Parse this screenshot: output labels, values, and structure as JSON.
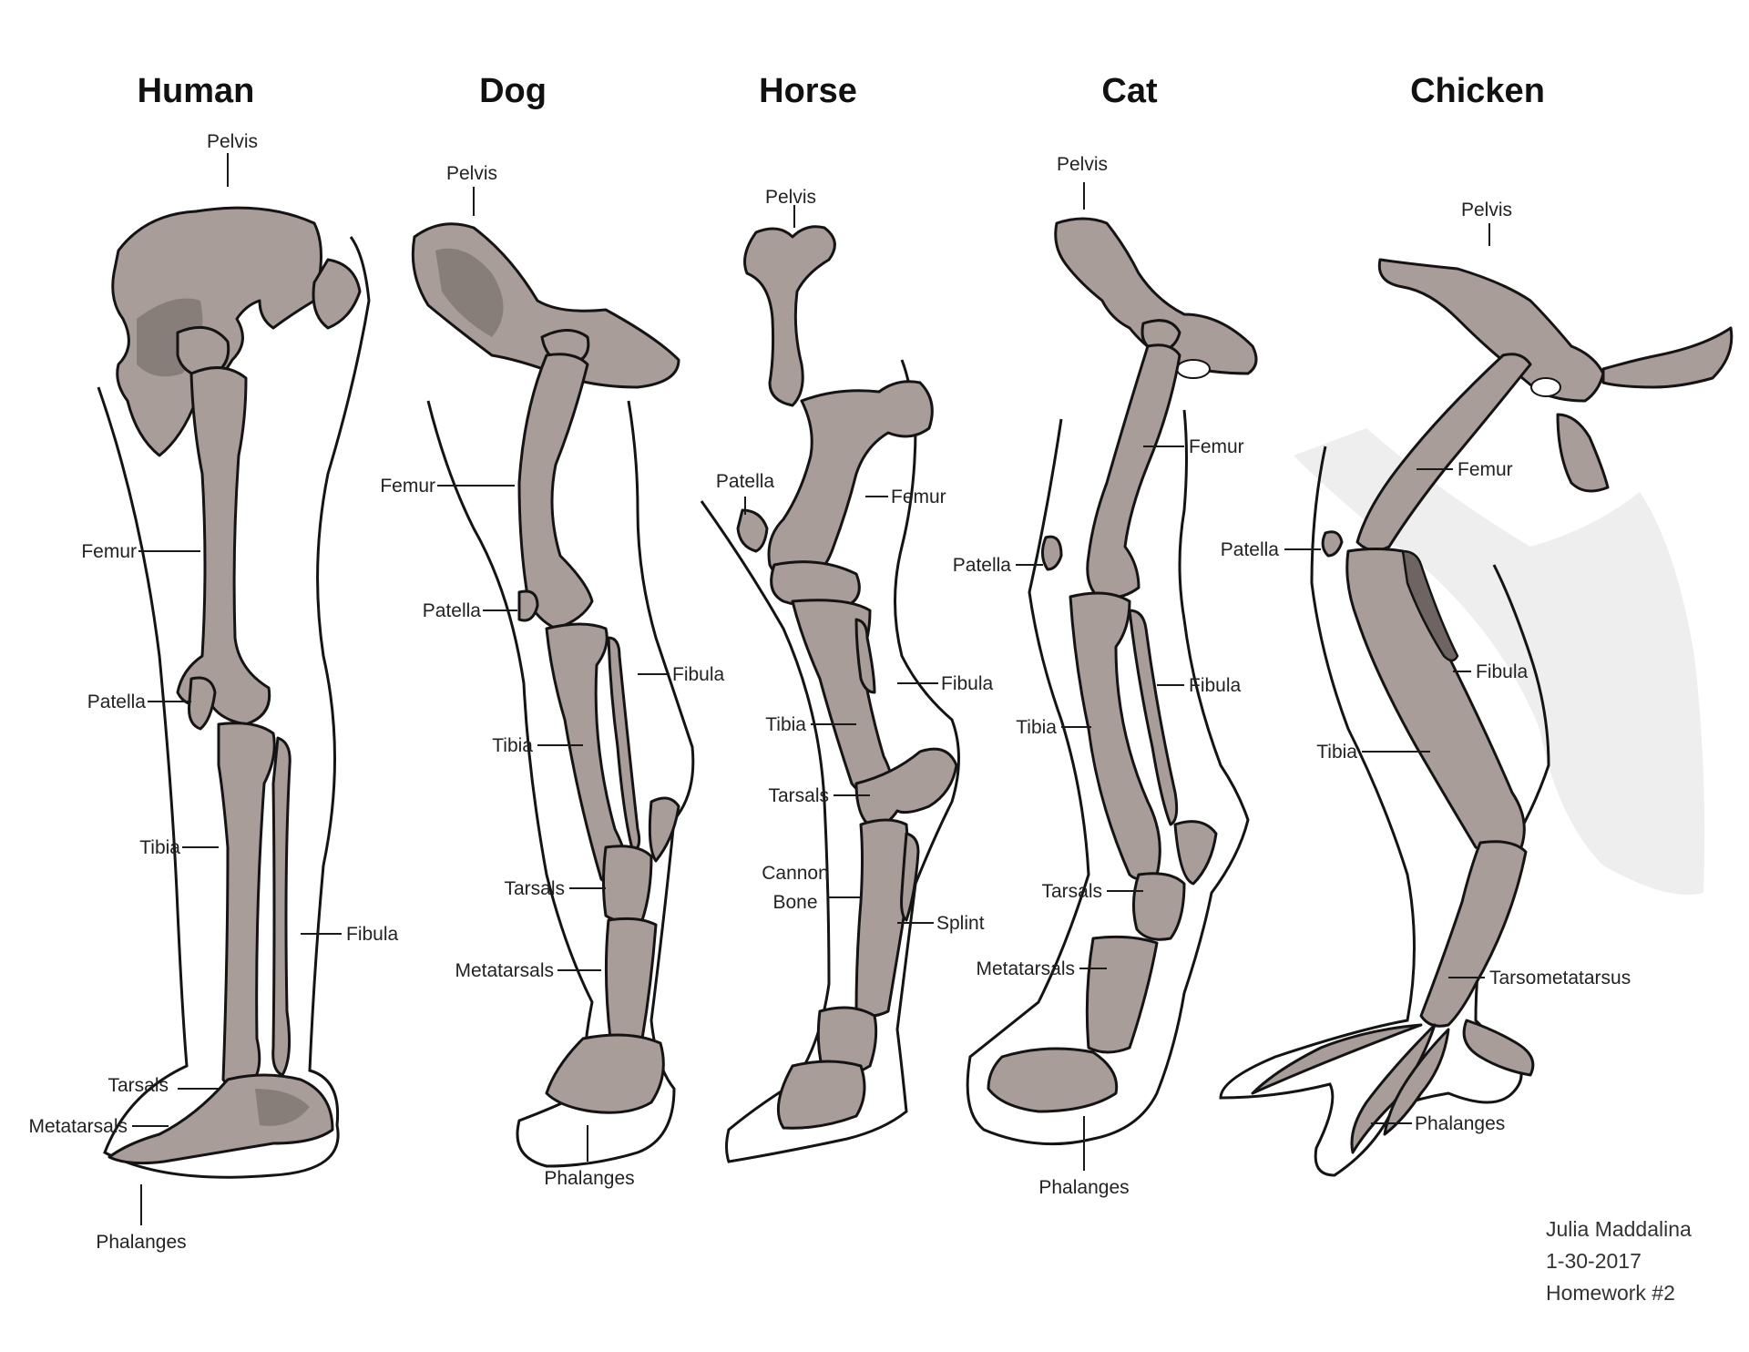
{
  "colors": {
    "bone": "#a89d98",
    "bone_shade": "#6e6461",
    "outline": "#141414"
  },
  "legs": [
    {
      "id": "human",
      "title": "Human",
      "labels": {
        "pelvis": "Pelvis",
        "femur": "Femur",
        "patella": "Patella",
        "tibia": "Tibia",
        "fibula": "Fibula",
        "tarsals": "Tarsals",
        "metatarsals": "Metatarsals",
        "phalanges": "Phalanges"
      }
    },
    {
      "id": "dog",
      "title": "Dog",
      "labels": {
        "pelvis": "Pelvis",
        "femur": "Femur",
        "patella": "Patella",
        "fibula": "Fibula",
        "tibia": "Tibia",
        "tarsals": "Tarsals",
        "metatarsals": "Metatarsals",
        "phalanges": "Phalanges"
      }
    },
    {
      "id": "horse",
      "title": "Horse",
      "labels": {
        "pelvis": "Pelvis",
        "patella": "Patella",
        "femur": "Femur",
        "fibula": "Fibula",
        "tibia": "Tibia",
        "tarsals": "Tarsals",
        "cannon_1": "Cannon",
        "cannon_2": "Bone",
        "splint": "Splint"
      }
    },
    {
      "id": "cat",
      "title": "Cat",
      "labels": {
        "pelvis": "Pelvis",
        "femur": "Femur",
        "patella": "Patella",
        "fibula": "Fibula",
        "tibia": "Tibia",
        "tarsals": "Tarsals",
        "metatarsals": "Metatarsals",
        "phalanges": "Phalanges"
      }
    },
    {
      "id": "chicken",
      "title": "Chicken",
      "labels": {
        "pelvis": "Pelvis",
        "femur": "Femur",
        "patella": "Patella",
        "fibula": "Fibula",
        "tibia": "Tibia",
        "tarsometatarsus": "Tarsometatarsus",
        "phalanges": "Phalanges"
      }
    }
  ],
  "credit": {
    "name": "Julia Maddalina",
    "date": "1-30-2017",
    "assignment": "Homework #2"
  }
}
